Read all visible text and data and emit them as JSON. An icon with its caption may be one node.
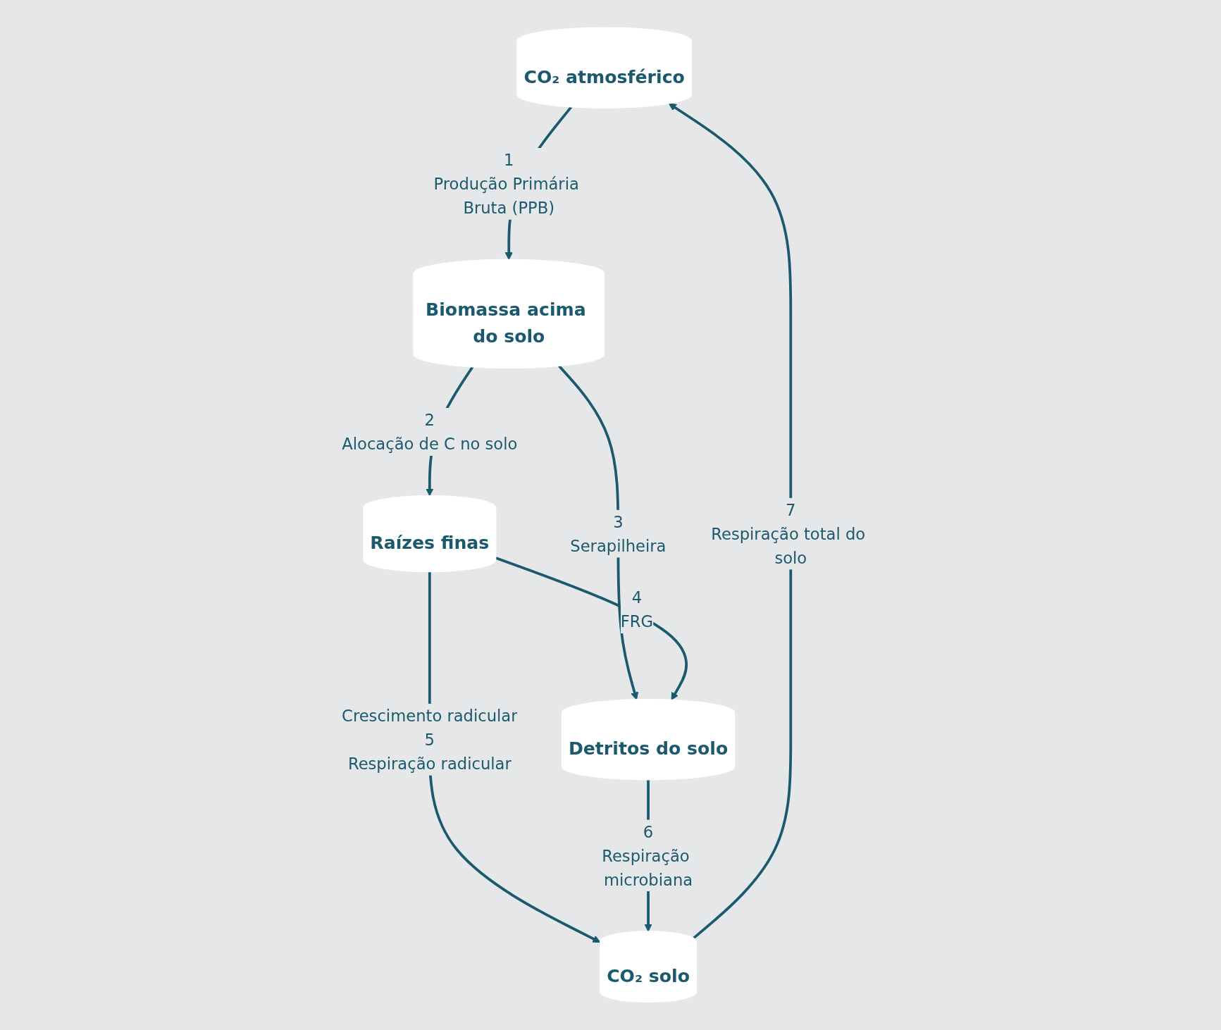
{
  "diagram": {
    "nodes": [
      {
        "text": [
          "CO₂ atmosférico"
        ]
      },
      {
        "text": [
          "Biomassa acima do solo"
        ]
      },
      {
        "text": [
          "Raízes finas"
        ]
      },
      {
        "text": [
          "Detritos do solo"
        ]
      },
      {
        "text": [
          "CO₂ solo"
        ]
      }
    ],
    "edges": [
      {
        "from": 0,
        "to": 1,
        "arrow": "to",
        "label": "Produção Primária Bruta (PPB)"
      },
      {
        "from": 1,
        "to": 2,
        "arrow": "to",
        "label": "Alocação de C no solo"
      },
      {
        "from": 1,
        "to": 3,
        "arrow": "to",
        "label": "Serapilheira"
      },
      {
        "from": 2,
        "to": 3,
        "arrow": "to",
        "label": "FRG"
      },
      {
        "from": 2,
        "to": 4,
        "arrow": "to",
        "label": "Respiração radicular"
      },
      {
        "from": 3,
        "to": 4,
        "arrow": "to",
        "label": "Respiração microbiana"
      },
      {
        "from": 4,
        "to": 0,
        "arrow": "to",
        "label": "Respiração total do solo"
      }
    ],
    "labels": [
      "1",
      "2",
      "3",
      "4",
      "Crescimento radicular",
      "5",
      "6",
      "7"
    ]
  }
}
